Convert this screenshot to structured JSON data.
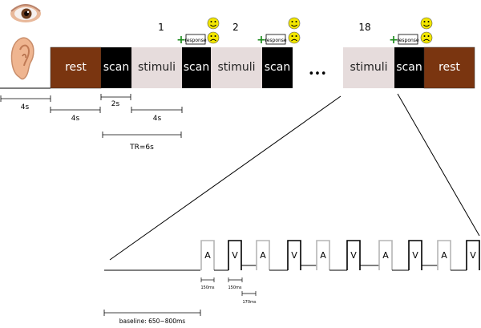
{
  "colors": {
    "rest": "#7a3510",
    "scan": "#000000",
    "stimuli": "#e6dcdc",
    "plus": "#1a8a1a",
    "smiley": "#f2e600",
    "grey_pulse": "#b5b5b5"
  },
  "icons": [
    "eye-icon",
    "ear-icon",
    "happy-face-icon",
    "sad-face-icon",
    "plus-icon"
  ],
  "blocks": {
    "rest_label": "rest",
    "scan_label": "scan",
    "stimuli_label": "stimuli",
    "response_label": "response",
    "ellipsis": "•••"
  },
  "trial_numbers": {
    "first": "1",
    "second": "2",
    "last": "18"
  },
  "timing": {
    "initial": "4s",
    "rest": "4s",
    "scan": "2s",
    "stimuli": "4s",
    "tr": "TR=6s"
  },
  "sequence": {
    "letters": [
      "A",
      "V",
      "A",
      "V",
      "A",
      "V",
      "A",
      "V",
      "A",
      "V"
    ],
    "duration_on": "150ms",
    "duration_on_v": "150ms",
    "interval": "170ms",
    "baseline": "baseline: 650~800ms"
  }
}
